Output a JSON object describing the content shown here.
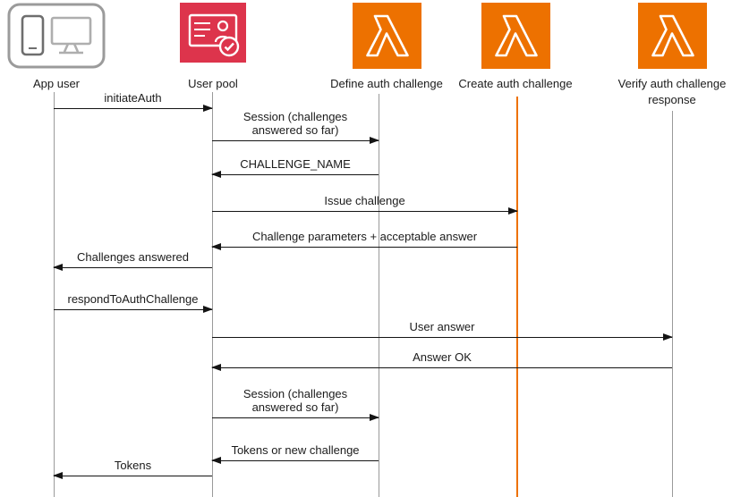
{
  "diagram": {
    "type": "sequence-diagram",
    "actors": [
      {
        "label": "App user",
        "icon": "app-user-devices-icon"
      },
      {
        "label": "User pool",
        "icon": "user-pool-card-icon"
      },
      {
        "label": "Define auth challenge",
        "icon": "lambda-icon"
      },
      {
        "label": "Create auth challenge",
        "icon": "lambda-icon"
      },
      {
        "label": "Verify auth challenge response",
        "icon": "lambda-icon"
      }
    ],
    "messages": [
      {
        "label": "initiateAuth",
        "from": "App user",
        "to": "User pool",
        "direction": "right"
      },
      {
        "label": "Session (challenges answered so far)",
        "from": "User pool",
        "to": "Define auth challenge",
        "direction": "right"
      },
      {
        "label": "CHALLENGE_NAME",
        "from": "Define auth challenge",
        "to": "User pool",
        "direction": "left"
      },
      {
        "label": "Issue challenge",
        "from": "User pool",
        "to": "Create auth challenge",
        "direction": "right"
      },
      {
        "label": "Challenge parameters + acceptable answer",
        "from": "Create auth challenge",
        "to": "User pool",
        "direction": "left"
      },
      {
        "label": "Challenges answered",
        "from": "User pool",
        "to": "App user",
        "direction": "left"
      },
      {
        "label": "respondToAuthChallenge",
        "from": "App user",
        "to": "User pool",
        "direction": "right"
      },
      {
        "label": "User answer",
        "from": "User pool",
        "to": "Verify auth challenge response",
        "direction": "right"
      },
      {
        "label": "Answer OK",
        "from": "Verify auth challenge response",
        "to": "User pool",
        "direction": "left"
      },
      {
        "label": "Session (challenges answered so far)",
        "from": "User pool",
        "to": "Define auth challenge",
        "direction": "right"
      },
      {
        "label": "Tokens or new challenge",
        "from": "Define auth challenge",
        "to": "User pool",
        "direction": "left"
      },
      {
        "label": "Tokens",
        "from": "User pool",
        "to": "App user",
        "direction": "left"
      }
    ],
    "colors": {
      "lambda_orange": "#ED7100",
      "user_pool_red": "#DD344C",
      "highlight_lifeline": "#ED7100",
      "arrow": "#141414",
      "lifeline_gray": "#9a9a9a"
    }
  }
}
